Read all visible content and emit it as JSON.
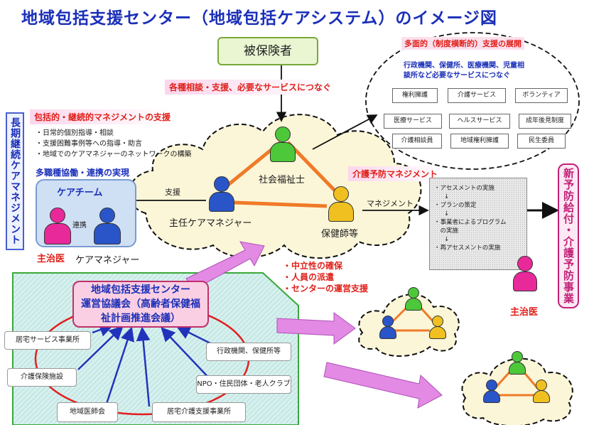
{
  "title": "地域包括支援センター（地域包括ケアシステム）のイメージ図",
  "insured": "被保険者",
  "multi_support": {
    "title": "多面的（制度横断的）支援の展開",
    "desc_lines": [
      "行政機関、保健所、医療機関、児童相",
      "談所など必要なサービスにつなぐ"
    ],
    "services": [
      "権利擁護",
      "介護サービス",
      "ボランティア",
      "医療サービス",
      "ヘルスサービス",
      "成年後見制度",
      "介護相談員",
      "地域権利擁護",
      "民生委員"
    ]
  },
  "connect_label": "各種相談・支援、必要なサービスにつなぐ",
  "comprehensive": {
    "title": "包括的・継続的マネジメントの支援",
    "bullets": [
      "・日常的個別指導・相談",
      "・支援困難事例等への指導・助言",
      "・地域でのケアマネジャーのネットワークの構築"
    ],
    "subtitle": "多職種協働・連携の実現"
  },
  "long_term": "長期継続ケアマネジメント",
  "new_prevention": "新予防給付・介護予防事業",
  "social_worker": "社会福祉士",
  "chief_cm": "主任ケアマネジャー",
  "public_health_nurse": "保健師等",
  "support_label": "支援",
  "management_label": "マネジメント",
  "care_team": {
    "title": "ケアチーム",
    "link": "連携",
    "doctor": "主治医",
    "cm": "ケアマネジャー"
  },
  "prevention": {
    "title": "介護予防マネジメント",
    "steps": [
      "・アセスメントの実施",
      "↓",
      "・プランの策定",
      "↓",
      "・事業者によるプログラム",
      "　の実施",
      "↓",
      "・再アセスメントの実施"
    ],
    "doctor": "主治医"
  },
  "neutral": [
    "・中立性の確保",
    "・人員の派遣",
    "・センターの運営支援"
  ],
  "council": [
    "地域包括支援センター",
    "運営協議会（高齢者保健福",
    "祉計画推進会議）"
  ],
  "orgs": [
    "居宅サービス事業所",
    "介護保険施設",
    "地域医師会",
    "居宅介護支援事業所",
    "NPO・住民団体・老人クラブ",
    "行政機関、保健所等"
  ],
  "colors": {
    "pink": "#e8299a",
    "blue": "#2a55c8",
    "green": "#4cc83a",
    "yellow": "#f0c020",
    "orange": "#f07a28",
    "arrow_pink": "#e28ae4"
  }
}
